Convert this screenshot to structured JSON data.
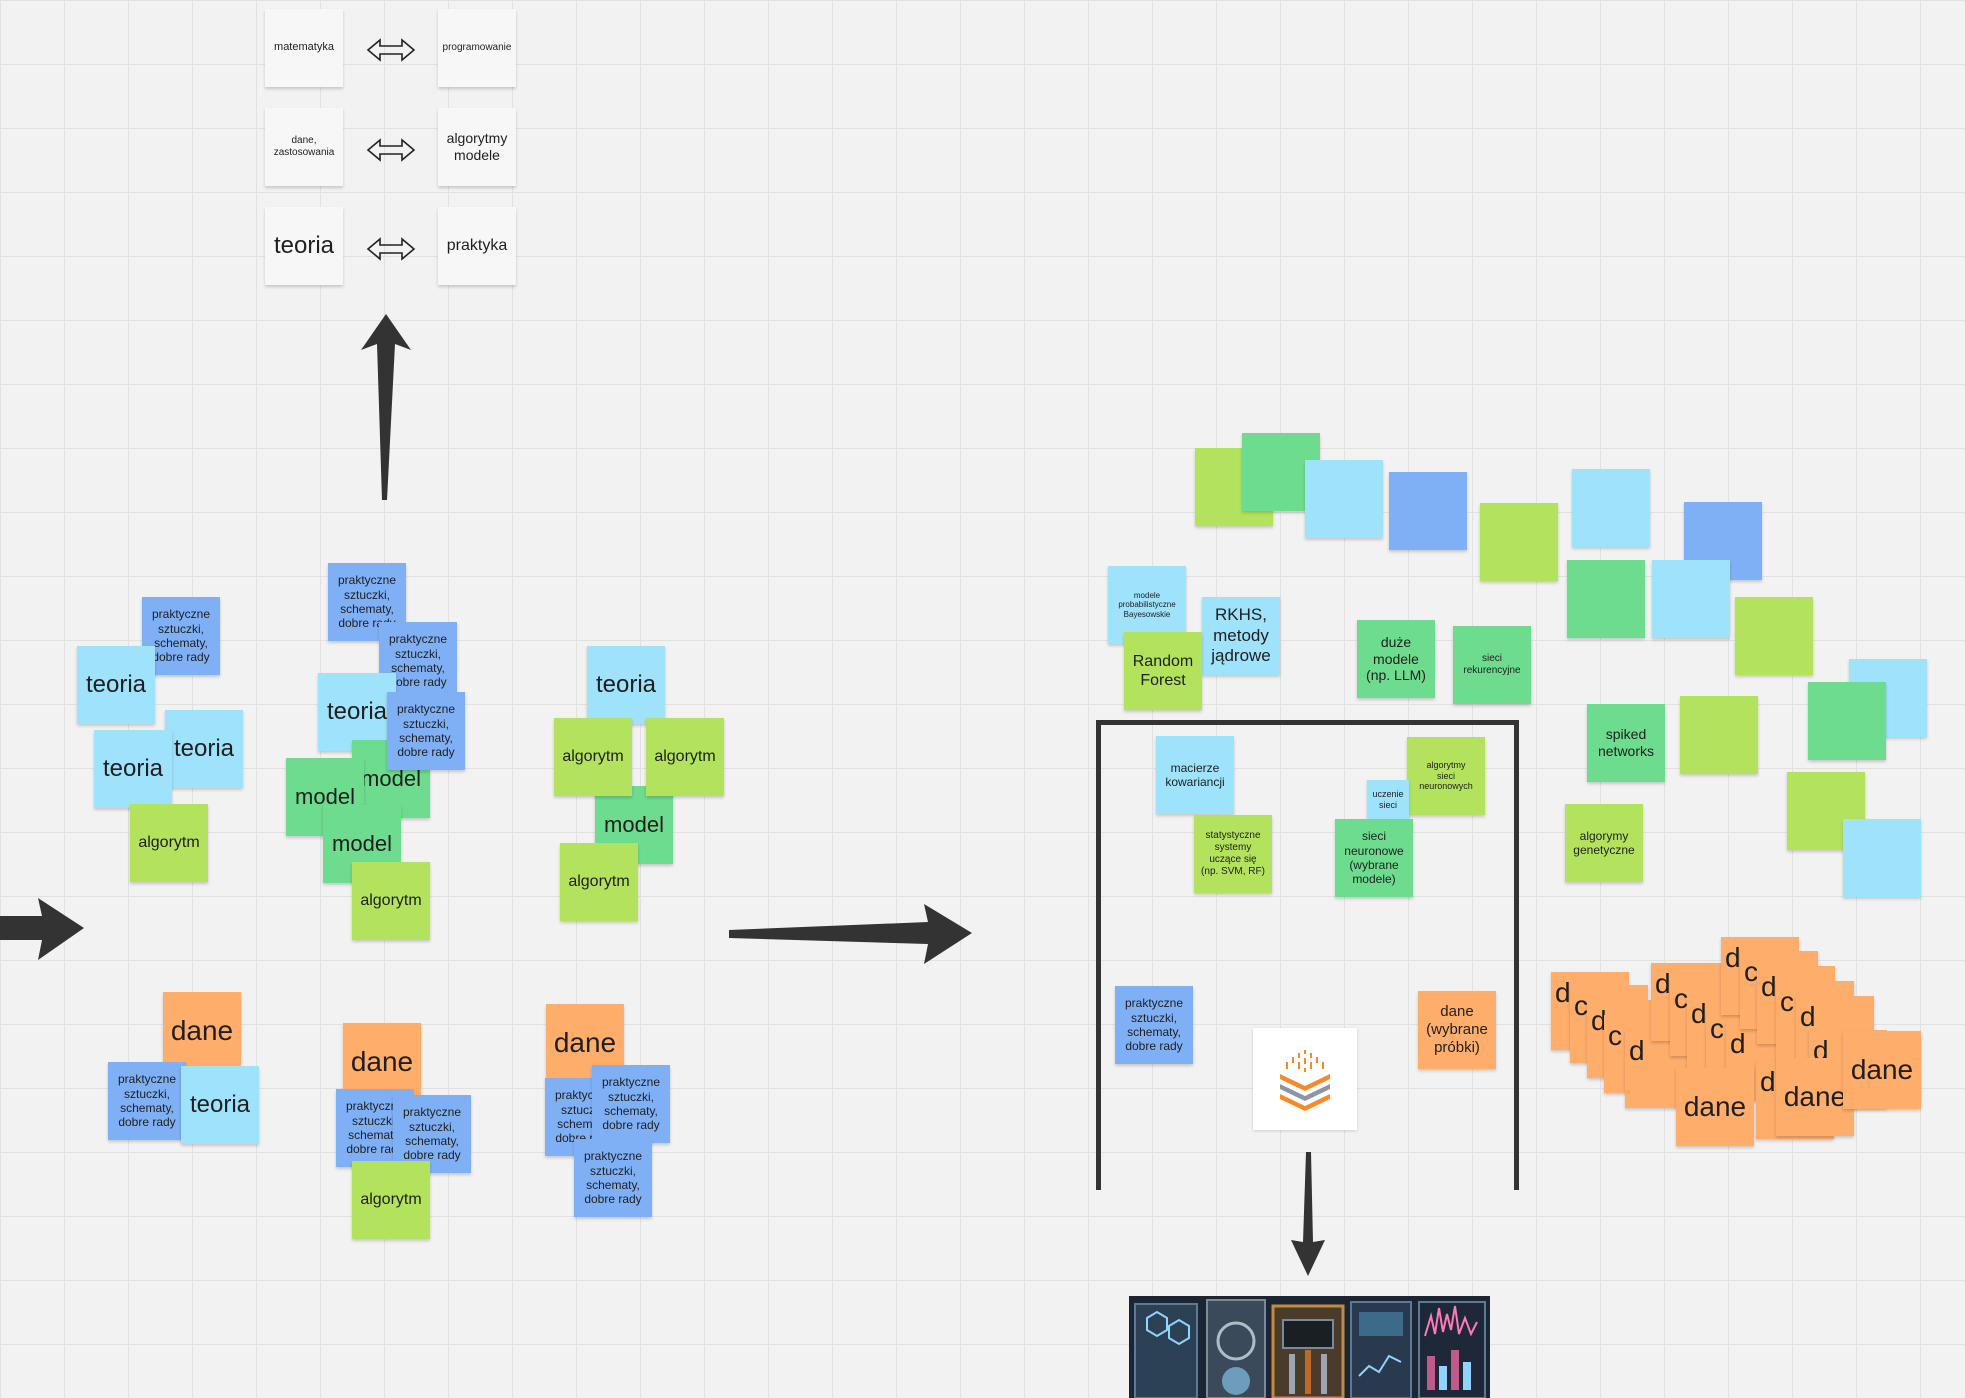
{
  "board": {
    "background": "#f2f2f2",
    "colors": {
      "white": "#f7f7f7",
      "orange": "#ffad6b",
      "blue": "#7fb0f5",
      "cyan": "#9ee2fb",
      "lime": "#b3e35d",
      "green": "#6ddc8e",
      "arrow": "#333333",
      "logo_orange": "#f58a2a",
      "logo_grey": "#8a96a8"
    }
  },
  "pairs": {
    "left": [
      "matematyka",
      "dane,\nzastosowania",
      "teoria"
    ],
    "right": [
      "programowanie",
      "algorytmy\nmodele",
      "praktyka"
    ]
  },
  "notes": {
    "teoria": "teoria",
    "algorytm": "algorytm",
    "model": "model",
    "dane": "dane",
    "praktyczne": "praktyczne\nsztuczki,\nschematy,\ndobre rady",
    "modele_prob": "modele\nprobabilistyczne\nBayesowskie",
    "rkhs": "RKHS,\nmetody\njądrowe",
    "random_forest": "Random\nForest",
    "duze_modele": "duże\nmodele\n(np. LLM)",
    "sieci_rek": "sieci\nrekurencyjne",
    "spiked": "spiked\nnetworks",
    "algorytmy_gen": "algorymy\ngenetyczne",
    "macierze": "macierze\nkowariancji",
    "statystyczne": "statystyczne\nsystemy\nuczące się\n(np. SVM, RF)",
    "algorytmy_sieci": "algorytmy\nsieci\nneuronowych",
    "uczenie": "uczenie\nsieci",
    "sieci_neuronowe": "sieci\nneuronowe\n(wybrane\nmodele)",
    "dane_wybrane": "dane\n(wybrane\npróbki)",
    "d": "d",
    "c": "c"
  }
}
